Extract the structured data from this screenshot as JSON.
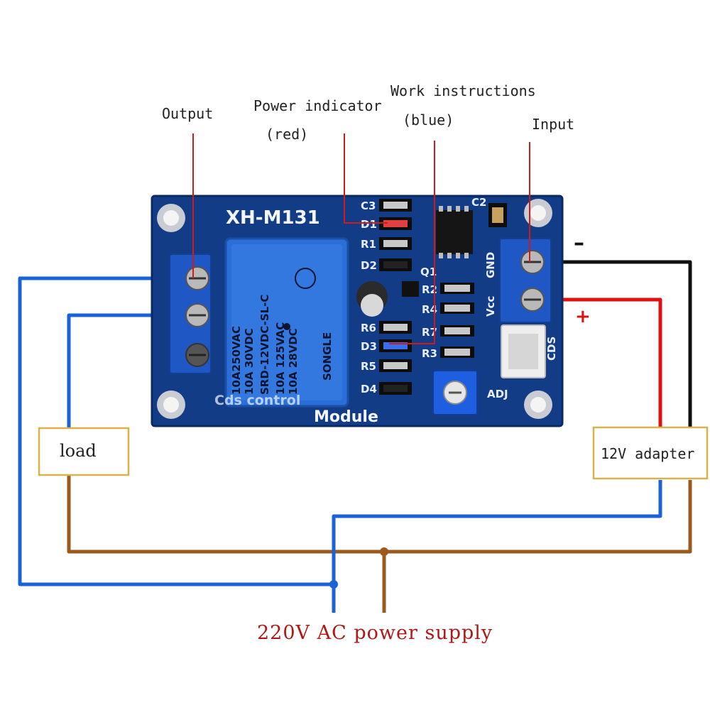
{
  "labels": {
    "output": "Output",
    "power_indicator": "Power indicator",
    "power_indicator_color": "(red)",
    "work_instructions": "Work instructions",
    "work_instructions_color": "(blue)",
    "input": "Input",
    "minus": "–",
    "plus": "+",
    "load": "load",
    "adapter": "12V adapter",
    "supply": "220V AC power supply"
  },
  "board": {
    "model": "XH-M131",
    "module_line1": "Cds control",
    "module_line2": "Module",
    "relay_lines": [
      "10A250VAC",
      "10A 30VDC",
      "SRD-12VDC-SL-C"
    ],
    "relay_lines_right": [
      "10A 125VAC",
      "10A 28VDC"
    ],
    "relay_brand": "SONGLE",
    "components": [
      "C3",
      "D1",
      "R1",
      "D2",
      "Q1",
      "R2",
      "R4",
      "R6",
      "D3",
      "R7",
      "R3",
      "R5",
      "D4",
      "C2"
    ],
    "terminal_labels": [
      "GND",
      "Vcc",
      "CDS",
      "ADJ"
    ]
  },
  "colors": {
    "wire_blue": "#1a63d6",
    "wire_brown": "#9a5a1c",
    "wire_red": "#e01010",
    "wire_black": "#111111",
    "board": "#123c86",
    "label_box_border": "#d8b24a"
  }
}
